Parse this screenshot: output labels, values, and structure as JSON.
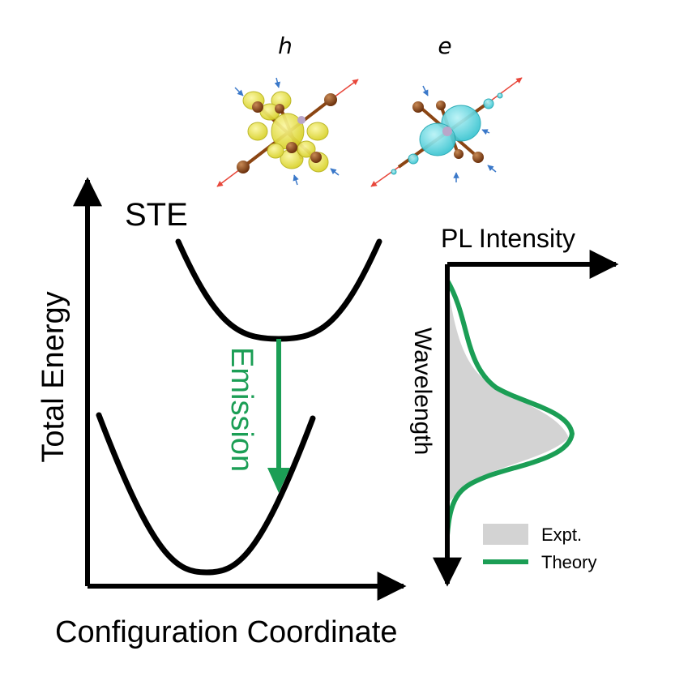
{
  "labels": {
    "hole": "h",
    "electron": "e",
    "ste": "STE",
    "emission": "Emission",
    "y_axis": "Total Energy",
    "x_axis": "Configuration Coordinate",
    "pl_axis": "PL Intensity",
    "wavelength_axis": "Wavelength"
  },
  "legend": {
    "expt": "Expt.",
    "theory": "Theory"
  },
  "colors": {
    "curve": "#000000",
    "emission": "#1b9e55",
    "theory": "#1b9e55",
    "expt_fill": "#d3d3d3",
    "hole_density": "#e6e23a",
    "electron_density": "#4fd6e0",
    "atom_ligand": "#8b4513",
    "atom_center": "#b9a6c9",
    "arrow_outward": "#e8473b",
    "arrow_inward": "#3a78c9"
  },
  "icons": {
    "hole_molecule": "octahedron-hole-density-icon",
    "electron_molecule": "octahedron-electron-density-icon"
  }
}
